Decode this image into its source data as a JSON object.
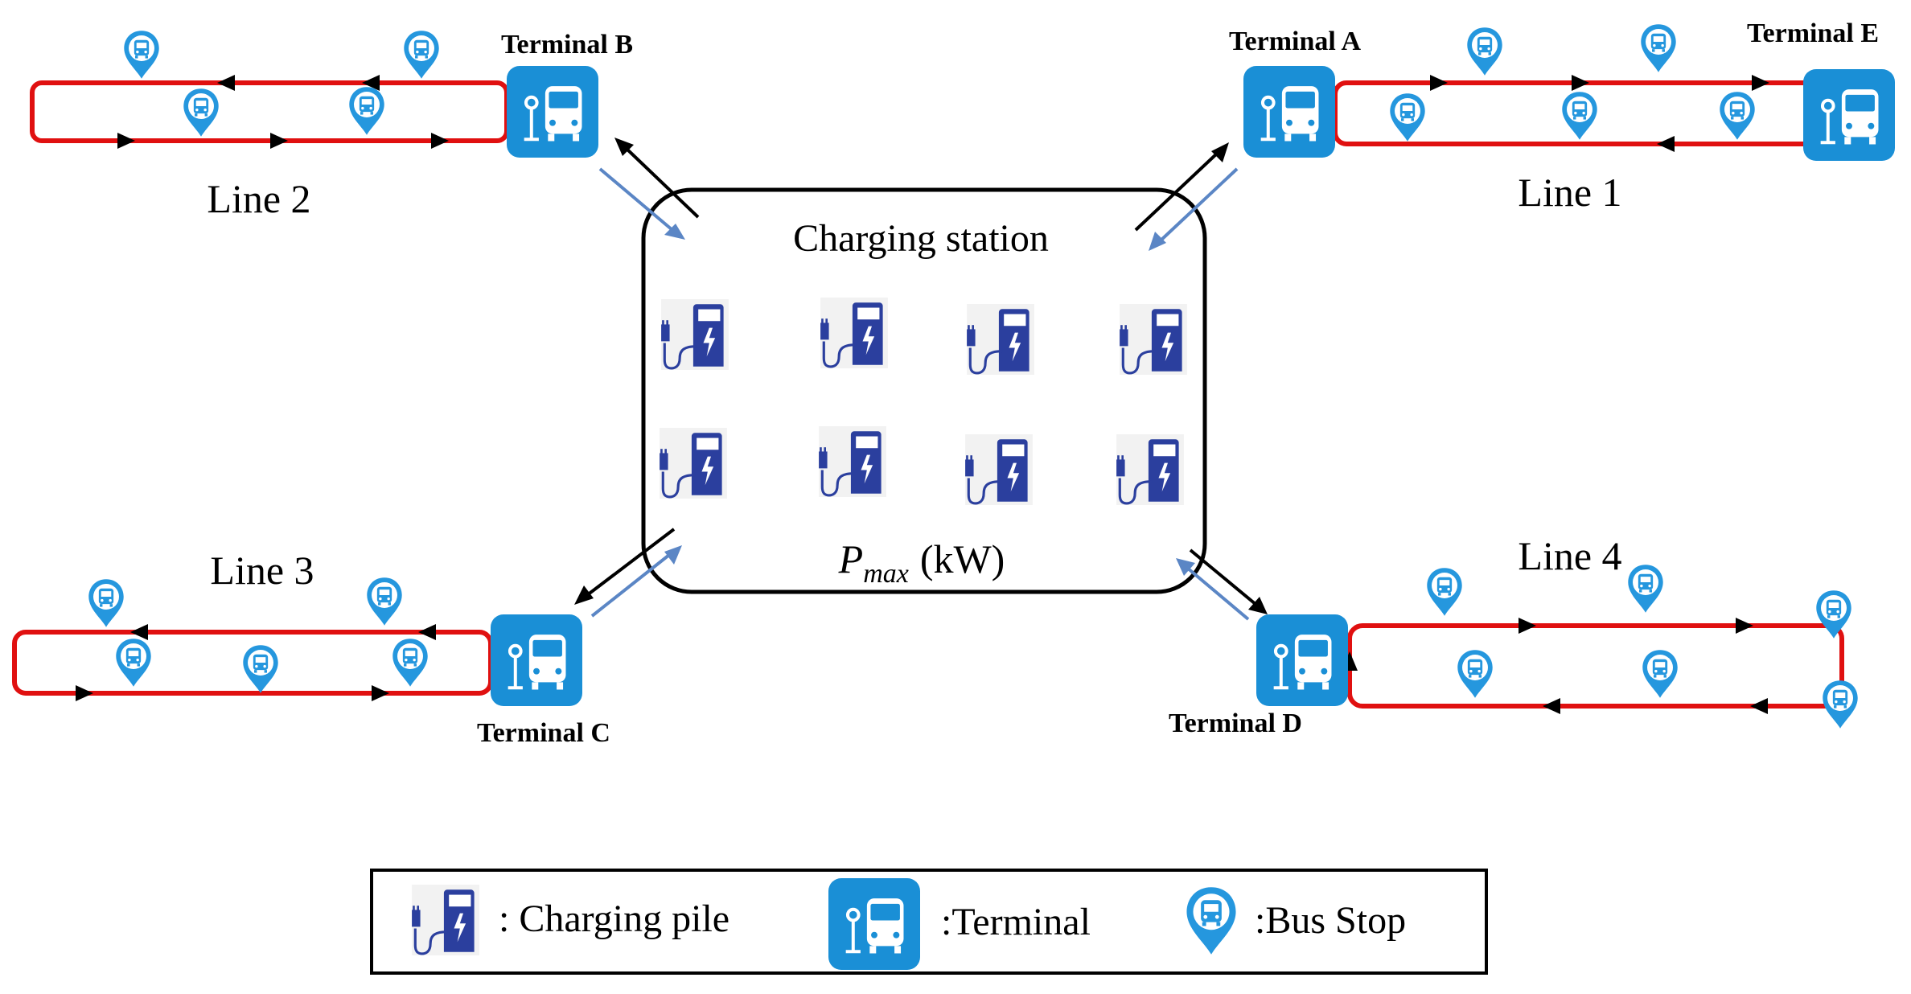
{
  "station": {
    "title": "Charging station",
    "pmax_symbol": "P",
    "pmax_subscript": "max",
    "pmax_unit": "(kW)"
  },
  "lines": {
    "line1": "Line 1",
    "line2": "Line 2",
    "line3": "Line 3",
    "line4": "Line 4"
  },
  "terminals": {
    "a": "Terminal A",
    "b": "Terminal B",
    "c": "Terminal C",
    "d": "Terminal D",
    "e": "Terminal E"
  },
  "legend": {
    "charging_pile": ": Charging pile",
    "terminal": ":Terminal",
    "bus_stop": ":Bus Stop"
  },
  "colors": {
    "route": "#e01010",
    "terminal_blue": "#1a8fd6",
    "pile_blue": "#2b3f9e",
    "flow_blue": "#5b86c5",
    "flow_black": "#000000"
  },
  "icons": {
    "charging_pile": "charging-pile-icon",
    "terminal": "bus-terminal-icon",
    "bus_stop": "bus-stop-pin-icon"
  }
}
